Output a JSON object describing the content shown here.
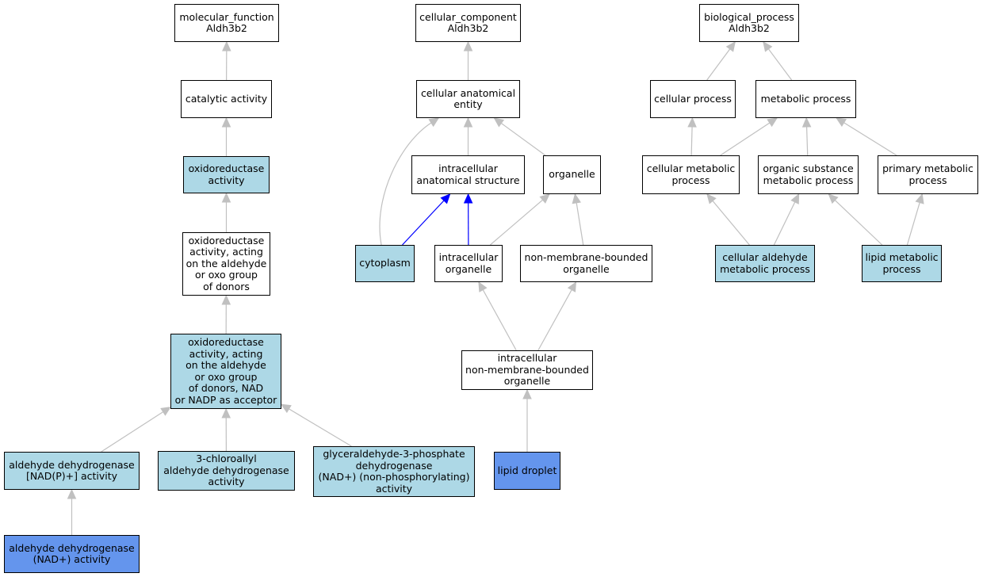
{
  "colors": {
    "default_fill": "#ffffff",
    "annotated_fill": "#add8e6",
    "direct_fill": "#6495ed",
    "edge_gray": "#c0c0c0",
    "edge_blue": "#0000ff",
    "border": "#000000"
  },
  "nodes": {
    "mf_root": {
      "label": "molecular_function\nAldh3b2",
      "fill": "white"
    },
    "catalytic": {
      "label": "catalytic activity",
      "fill": "white"
    },
    "oxidoreductase": {
      "label": "oxidoreductase\nactivity",
      "fill": "light"
    },
    "oxido_aldehyde": {
      "label": "oxidoreductase\nactivity, acting\non the aldehyde\nor oxo group\nof donors",
      "fill": "white"
    },
    "oxido_nad": {
      "label": "oxidoreductase\nactivity, acting\non the aldehyde\nor oxo group\nof donors, NAD\nor NADP as acceptor",
      "fill": "light"
    },
    "aldh_nadp": {
      "label": "aldehyde dehydrogenase\n[NAD(P)+] activity",
      "fill": "light"
    },
    "chloroallyl": {
      "label": "3-chloroallyl\naldehyde dehydrogenase\nactivity",
      "fill": "light"
    },
    "gapdh": {
      "label": "glyceraldehyde-3-phosphate\ndehydrogenase\n(NAD+) (non-phosphorylating)\nactivity",
      "fill": "light"
    },
    "aldh_nad": {
      "label": "aldehyde dehydrogenase\n(NAD+) activity",
      "fill": "dark"
    },
    "cc_root": {
      "label": "cellular_component\nAldh3b2",
      "fill": "white"
    },
    "cae": {
      "label": "cellular anatomical\nentity",
      "fill": "white"
    },
    "ias": {
      "label": "intracellular\nanatomical structure",
      "fill": "white"
    },
    "organelle": {
      "label": "organelle",
      "fill": "white"
    },
    "cytoplasm": {
      "label": "cytoplasm",
      "fill": "light"
    },
    "intra_org": {
      "label": "intracellular\norganelle",
      "fill": "white"
    },
    "nmbo": {
      "label": "non-membrane-bounded\norganelle",
      "fill": "white"
    },
    "inmbo": {
      "label": "intracellular\nnon-membrane-bounded\norganelle",
      "fill": "white"
    },
    "lipid_droplet": {
      "label": "lipid droplet",
      "fill": "dark"
    },
    "bp_root": {
      "label": "biological_process\nAldh3b2",
      "fill": "white"
    },
    "cell_proc": {
      "label": "cellular process",
      "fill": "white"
    },
    "met_proc": {
      "label": "metabolic process",
      "fill": "white"
    },
    "cell_met": {
      "label": "cellular metabolic\nprocess",
      "fill": "white"
    },
    "org_sub": {
      "label": "organic substance\nmetabolic process",
      "fill": "white"
    },
    "prim_met": {
      "label": "primary metabolic\nprocess",
      "fill": "white"
    },
    "cell_ald": {
      "label": "cellular aldehyde\nmetabolic process",
      "fill": "light"
    },
    "lipid_met": {
      "label": "lipid metabolic\nprocess",
      "fill": "light"
    }
  },
  "edges": [
    {
      "from": "catalytic",
      "to": "mf_root",
      "color": "gray"
    },
    {
      "from": "oxidoreductase",
      "to": "catalytic",
      "color": "gray"
    },
    {
      "from": "oxido_aldehyde",
      "to": "oxidoreductase",
      "color": "gray"
    },
    {
      "from": "oxido_nad",
      "to": "oxido_aldehyde",
      "color": "gray"
    },
    {
      "from": "aldh_nadp",
      "to": "oxido_nad",
      "color": "gray"
    },
    {
      "from": "chloroallyl",
      "to": "oxido_nad",
      "color": "gray"
    },
    {
      "from": "gapdh",
      "to": "oxido_nad",
      "color": "gray"
    },
    {
      "from": "aldh_nad",
      "to": "aldh_nadp",
      "color": "gray"
    },
    {
      "from": "cae",
      "to": "cc_root",
      "color": "gray"
    },
    {
      "from": "ias",
      "to": "cae",
      "color": "gray"
    },
    {
      "from": "organelle",
      "to": "cae",
      "color": "gray"
    },
    {
      "from": "cytoplasm",
      "to": "cae",
      "color": "gray"
    },
    {
      "from": "cytoplasm",
      "to": "ias",
      "color": "blue"
    },
    {
      "from": "intra_org",
      "to": "ias",
      "color": "blue"
    },
    {
      "from": "intra_org",
      "to": "organelle",
      "color": "gray"
    },
    {
      "from": "nmbo",
      "to": "organelle",
      "color": "gray"
    },
    {
      "from": "inmbo",
      "to": "intra_org",
      "color": "gray"
    },
    {
      "from": "inmbo",
      "to": "nmbo",
      "color": "gray"
    },
    {
      "from": "lipid_droplet",
      "to": "inmbo",
      "color": "gray"
    },
    {
      "from": "cell_proc",
      "to": "bp_root",
      "color": "gray"
    },
    {
      "from": "met_proc",
      "to": "bp_root",
      "color": "gray"
    },
    {
      "from": "cell_met",
      "to": "cell_proc",
      "color": "gray"
    },
    {
      "from": "cell_met",
      "to": "met_proc",
      "color": "gray"
    },
    {
      "from": "org_sub",
      "to": "met_proc",
      "color": "gray"
    },
    {
      "from": "prim_met",
      "to": "met_proc",
      "color": "gray"
    },
    {
      "from": "cell_ald",
      "to": "cell_met",
      "color": "gray"
    },
    {
      "from": "cell_ald",
      "to": "org_sub",
      "color": "gray"
    },
    {
      "from": "lipid_met",
      "to": "org_sub",
      "color": "gray"
    },
    {
      "from": "lipid_met",
      "to": "prim_met",
      "color": "gray"
    }
  ]
}
